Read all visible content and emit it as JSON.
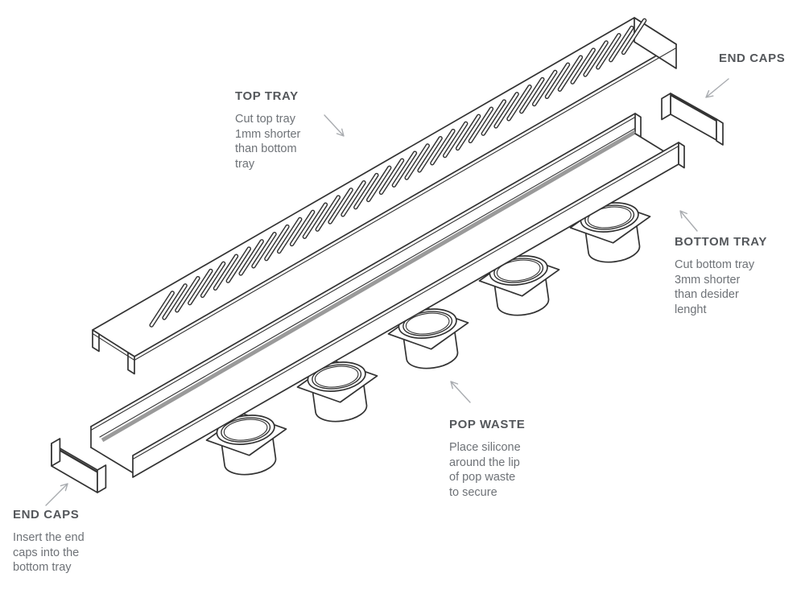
{
  "figure": {
    "background": "#ffffff",
    "line_color": "#333333",
    "shadow_stripe_color": "#9a9a9a",
    "arrow_color": "#a9acb0",
    "heading_color": "#54575b",
    "body_color": "#6e7277"
  },
  "labels": {
    "top_tray": {
      "title": "TOP TRAY",
      "note": "Cut top tray\n1mm shorter\nthan bottom\ntray"
    },
    "end_caps_top": {
      "title": "END CAPS"
    },
    "bottom_tray": {
      "title": "BOTTOM TRAY",
      "note": "Cut bottom tray\n3mm shorter\nthan desider\nlenght"
    },
    "pop_waste": {
      "title": "POP WASTE",
      "note": "Place silicone\naround the lip\nof pop waste\nto secure"
    },
    "end_caps_bottom": {
      "title": "END CAPS",
      "note": "Insert the end\ncaps into the\nbottom tray"
    }
  }
}
